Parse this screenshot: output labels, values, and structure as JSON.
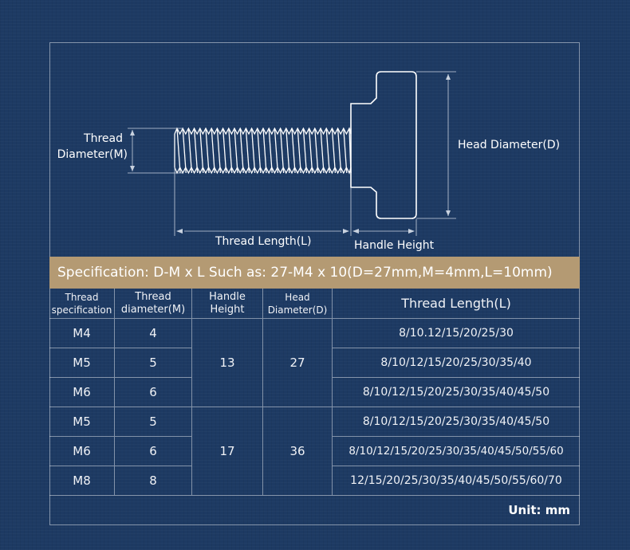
{
  "diagram": {
    "thread_diameter_label": [
      "Thread",
      "Diameter(M)"
    ],
    "head_diameter_label": "Head Diameter(D)",
    "thread_length_label": "Thread Length(L)",
    "handle_height_label": "Handle Height"
  },
  "spec_bar": "Specification: D-M x L   Such as: 27-M4 x 10(D=27mm,M=4mm,L=10mm)",
  "table": {
    "headers": {
      "spec": "Thread specification",
      "diameter": "Thread diameter(M)",
      "handle": "Handle Height",
      "head": "Head Diameter(D)",
      "length": "Thread Length(L)"
    },
    "rows": [
      {
        "spec": "M4",
        "diameter": "4",
        "length": "8/10.12/15/20/25/30"
      },
      {
        "spec": "M5",
        "diameter": "5",
        "length": "8/10/12/15/20/25/30/35/40"
      },
      {
        "spec": "M6",
        "diameter": "6",
        "length": "8/10/12/15/20/25/30/35/40/45/50"
      },
      {
        "spec": "M5",
        "diameter": "5",
        "length": "8/10/12/15/20/25/30/35/40/45/50"
      },
      {
        "spec": "M6",
        "diameter": "6",
        "length": "8/10/12/15/20/25/30/35/40/45/50/55/60"
      },
      {
        "spec": "M8",
        "diameter": "8",
        "length": "12/15/20/25/30/35/40/45/50/55/60/70"
      }
    ],
    "groups": [
      {
        "handle": "13",
        "head": "27"
      },
      {
        "handle": "17",
        "head": "36"
      }
    ]
  },
  "unit": "Unit: mm",
  "colors": {
    "background": "#1d3a63",
    "spec_bar": "#b49a73",
    "lines": "#ffffff"
  }
}
